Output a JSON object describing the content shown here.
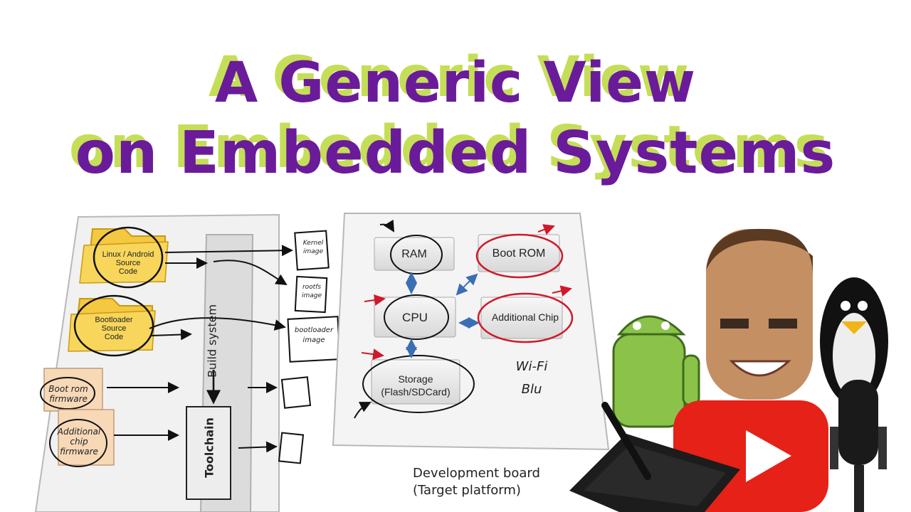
{
  "title": {
    "line1": "A Generic View",
    "line2": "on Embedded Systems"
  },
  "diagram": {
    "sources": {
      "linux": [
        "Linux / Android",
        "Source",
        "Code"
      ],
      "bootloader": [
        "Bootloader",
        "Source",
        "Code"
      ],
      "bootrom_fw": [
        "Boot rom",
        "firmware"
      ],
      "chip_fw": [
        "Additional",
        "chip",
        "firmware"
      ]
    },
    "build_system": "Build system",
    "toolchain": "Toolchain",
    "outputs": {
      "kernel": [
        "Kernel",
        "image"
      ],
      "rootfs": [
        "rootfs",
        "image"
      ],
      "bootloader": [
        "bootloader",
        "image"
      ]
    },
    "board": {
      "ram": "RAM",
      "boot_rom": "Boot ROM",
      "cpu": "CPU",
      "additional_chip": "Additional Chip",
      "storage": [
        "Storage",
        "(Flash/SDCard)"
      ],
      "notes": [
        "Wi-Fi",
        "Blu"
      ],
      "caption": [
        "Development board",
        "(Target platform)"
      ]
    }
  },
  "colors": {
    "title_purple": "#6a1b9a",
    "title_shadow": "#c5de57",
    "folder": "#f5c842",
    "fw_box": "#f7d9b8",
    "annotation_red": "#d0182a"
  }
}
